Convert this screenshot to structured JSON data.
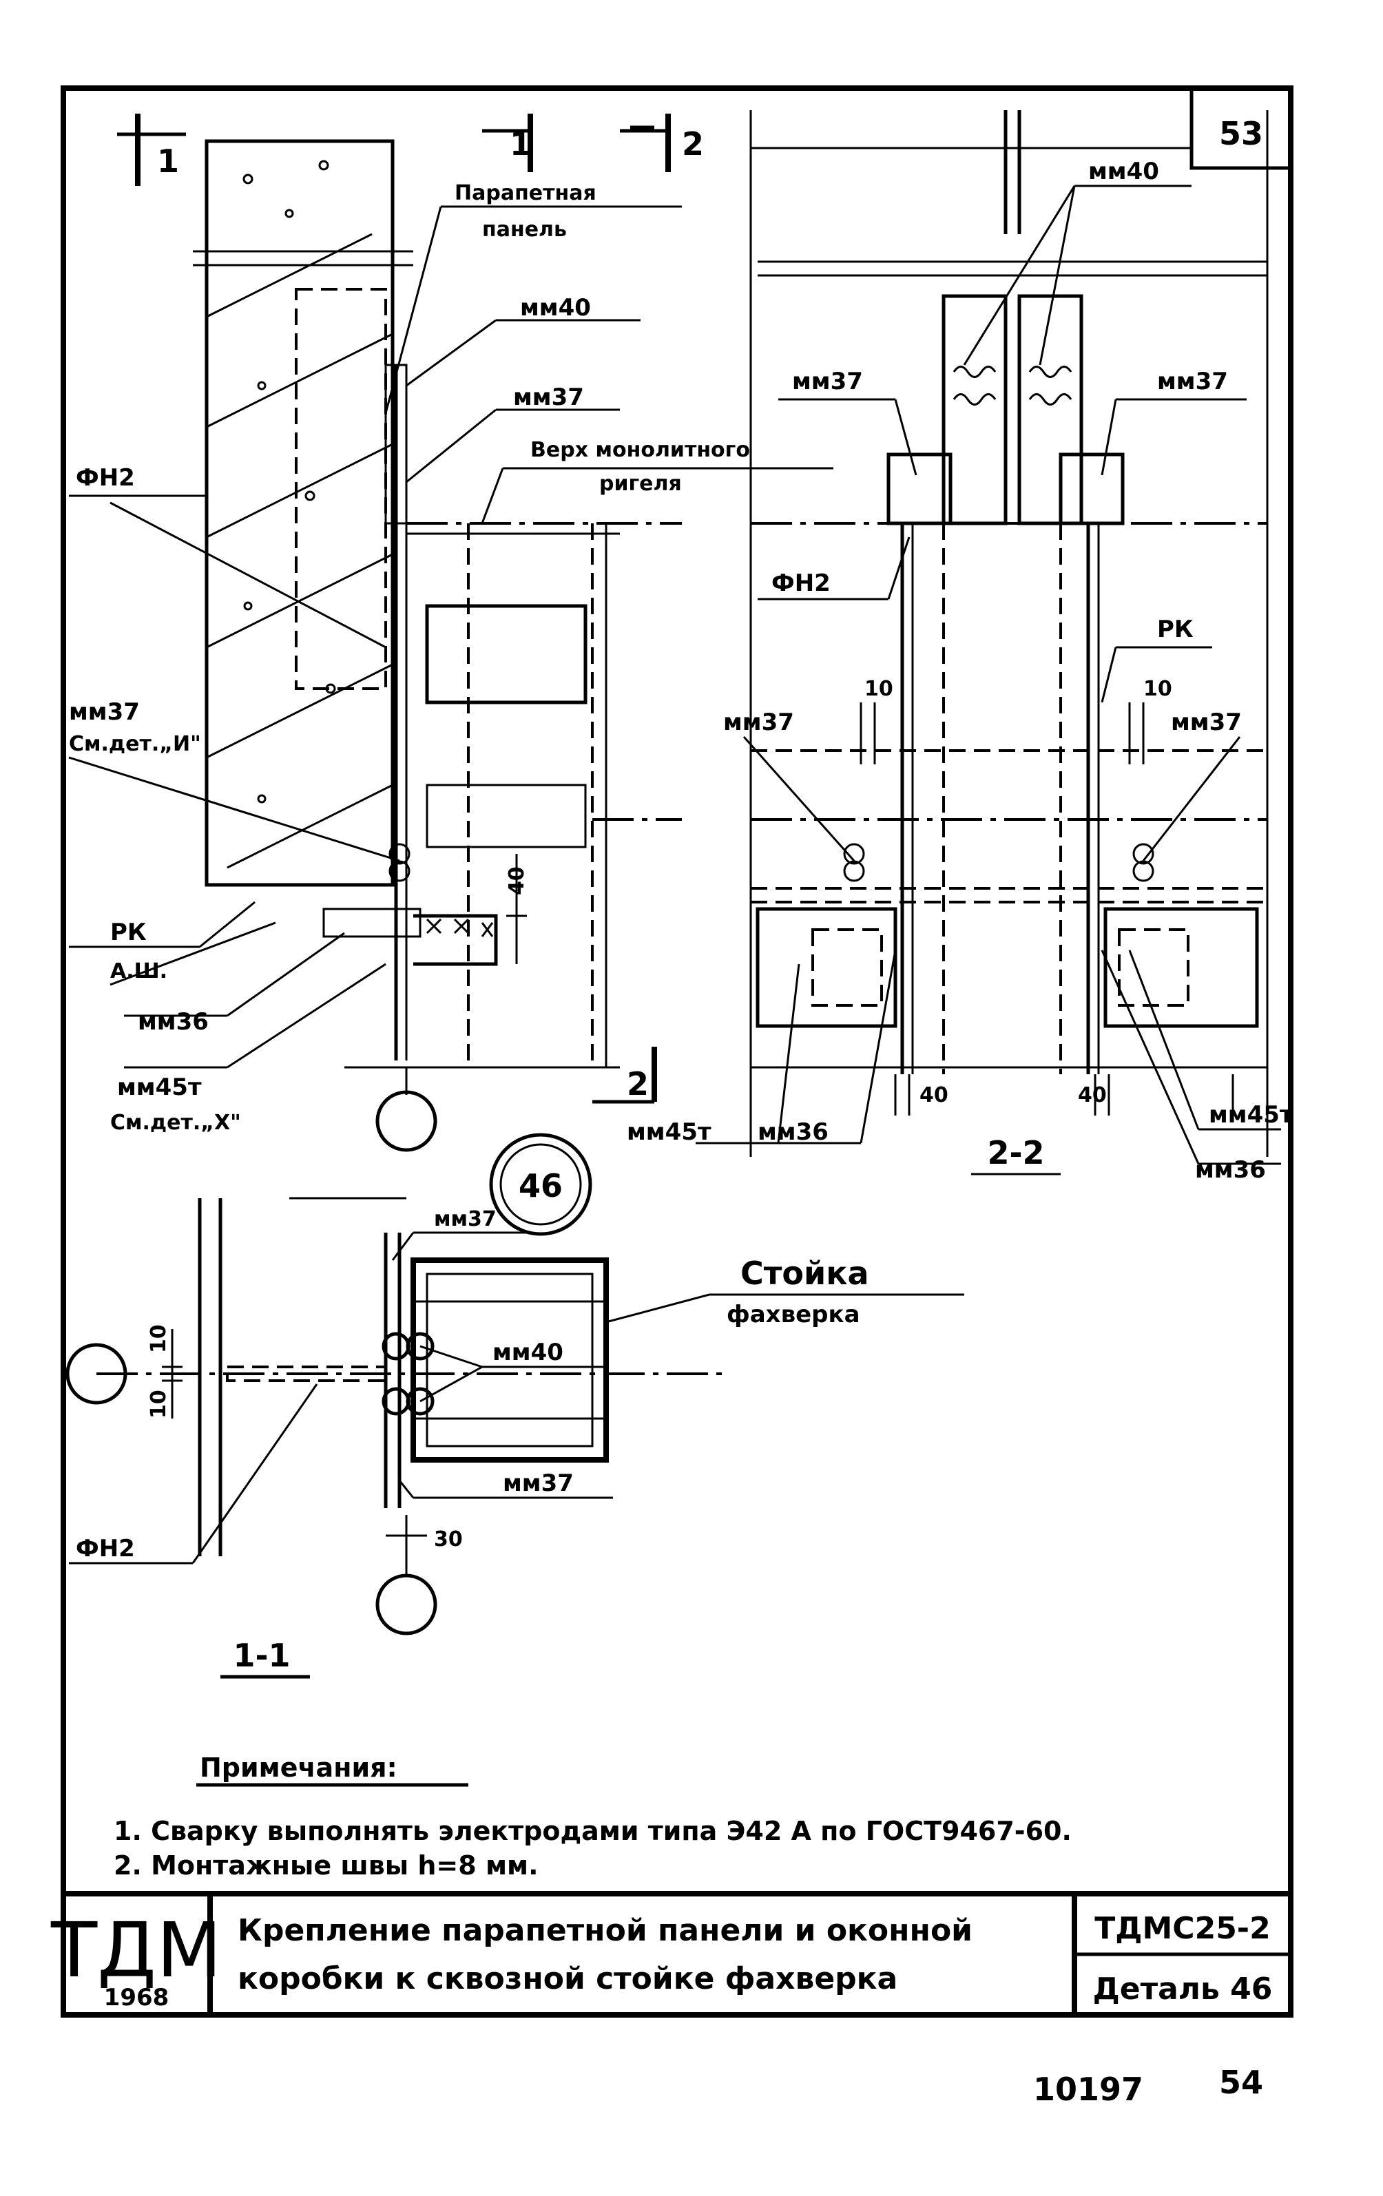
{
  "sheet_number": "53",
  "section_marks": {
    "mark_1a": "1",
    "mark_1b": "1",
    "mark_2a": "2",
    "mark_2b": "2",
    "section_1_1": "1-1",
    "section_2_2": "2-2"
  },
  "detail_number": "46",
  "labels": {
    "parapet_panel_1": "Парапетная",
    "parapet_panel_2": "панель",
    "mm40_a": "мм40",
    "mm37_a": "мм37",
    "top_beam_1": "Верх монолитного",
    "top_beam_2": "ригеля",
    "fn2_a": "ФН2",
    "mm37_b": "мм37",
    "see_detail_i": "См.дет.„И\"",
    "rk_a": "РК",
    "ash": "А.Ш.",
    "mm36_a": "мм36",
    "mm45_a": "мм45т",
    "see_detail_x": "См.дет.„Х\"",
    "dim_40_a": "40",
    "mm40_b": "мм40",
    "mm37_c": "мм37",
    "mm37_d": "мм37",
    "fn2_b": "ФН2",
    "rk_b": "РК",
    "dim_10_a": "10",
    "dim_10_b": "10",
    "mm37_e": "мм37",
    "mm37_f": "мм37",
    "mm45_b": "мм45т",
    "mm36_b": "мм36",
    "dim_40_b": "40",
    "dim_40_c": "40",
    "mm45_c": "мм45т",
    "mm36_c": "мм36",
    "mm37_g": "мм37",
    "column_1": "Стойка",
    "column_2": "фахверка",
    "mm40_c": "мм40",
    "mm37_h": "мм37",
    "fn2_c": "ФН2",
    "dim_30": "30",
    "dim_10_c": "10",
    "dim_10_d": "10"
  },
  "notes": {
    "heading": "Примечания:",
    "items": [
      "1. Сварку выполнять электродами типа Э42 А по ГОСТ9467-60.",
      "2. Монтажные швы h=8 мм."
    ]
  },
  "title_block": {
    "org": "ТДМ",
    "year": "1968",
    "title_line1": "Крепление парапетной панели и оконной",
    "title_line2": "коробки к сквозной стойке фахверка",
    "doc_code": "ТДМС25-2",
    "detail": "Деталь 46"
  },
  "footer": {
    "inventory_number": "10197",
    "page": "54"
  }
}
